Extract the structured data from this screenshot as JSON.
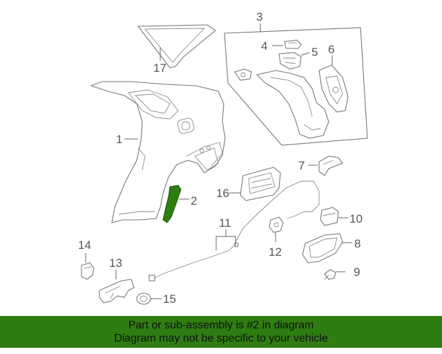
{
  "diagram": {
    "highlight_color": "#2e7d12",
    "callouts": {
      "c1": "1",
      "c2": "2",
      "c3": "3",
      "c4": "4",
      "c5": "5",
      "c6": "6",
      "c7": "7",
      "c8": "8",
      "c9": "9",
      "c10": "10",
      "c11": "11",
      "c12": "12",
      "c13": "13",
      "c14": "14",
      "c15": "15",
      "c16": "16",
      "c17": "17"
    }
  },
  "banner": {
    "line1": "Part or sub-assembly is #2 in diagram",
    "line2": "Diagram may not be specific to your vehicle",
    "background": "#2e7d12"
  }
}
